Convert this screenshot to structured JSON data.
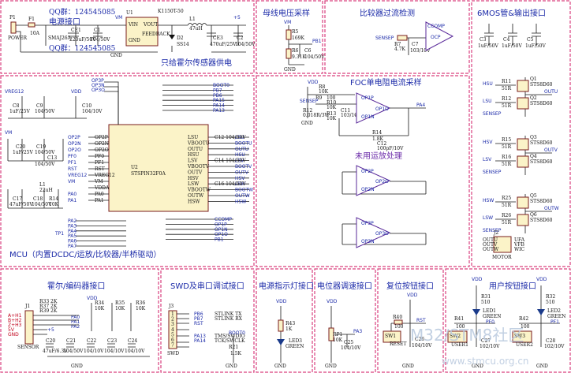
{
  "titles": {
    "power": "电源接口",
    "qq1": "QQ群：124545085",
    "qq2": "QQ群：124545085",
    "hall_power": "只给霍尔传感器供电",
    "bus_voltage": "母线电压采样",
    "comparator": "比较器过流检测",
    "mosfet": "6MOS管&输出接口",
    "foc": "FOC单电阻电流采样",
    "unused_opamp": "未用运放处理",
    "mcu": "MCU（内置DCDC/运放/比较器/半桥驱动）",
    "hall_encoder": "霍尔/编码器接口",
    "swd": "SWD及串口调试接口",
    "power_led": "电源指示灯接口",
    "pot": "电位器调速接口",
    "reset_btn": "复位按钮接口",
    "user_btn": "用户按钮接口"
  },
  "watermark": {
    "line1": "M32/STM8社区",
    "line2": "www.stmcu.org.cn"
  },
  "power_section": {
    "connector": "P1",
    "connector_name": "POWER",
    "fuse": "F1",
    "fuse_val": "10A",
    "tvs": "SMAJ26A",
    "ce1": "CE1",
    "ce1_val": "220uF/50V",
    "c1": "C1",
    "c1_val": "104/50V",
    "u1": "U1",
    "u1_part": "K1150T-50",
    "u1_pins": [
      "VIN",
      "VOUT",
      "GND",
      "FEEDBACK"
    ],
    "l1": "L1",
    "l1_val": "47uH",
    "d2": "D2",
    "d2_part": "SS14",
    "ce3": "CE3",
    "ce3_val": "470uF/25V",
    "c2": "C2",
    "c2_val": "104/50V",
    "vm": "VM",
    "plus5": "+5",
    "gnd": "GND"
  },
  "bus_voltage": {
    "vm": "VM",
    "r5": "R5",
    "r5_val": "169K",
    "r6": "R6",
    "r6_val": "9.31K",
    "c6": "C6",
    "c6_val": "104/50V",
    "net": "PB1",
    "gnd": "GND"
  },
  "comparator_section": {
    "net_in": "SENSEP",
    "r7": "R7",
    "r7_val": "4.7K",
    "c7": "C7",
    "c7_val": "103/10V",
    "out": "CCOMP",
    "pin": "OCP"
  },
  "mosfet_section": {
    "caps": [
      {
        "ref": "C3",
        "val": "1uF/50V"
      },
      {
        "ref": "C4",
        "val": "1uF/50V"
      },
      {
        "ref": "C5",
        "val": "1uF/50V"
      }
    ],
    "phases": [
      {
        "hi_net": "HSU",
        "lo_net": "LSU",
        "out": "OUTU",
        "q_hi": "Q1",
        "q_lo": "Q2",
        "r_hi": "R11",
        "r_lo": "R12",
        "part": "STS8D60",
        "res": "51R"
      },
      {
        "hi_net": "HSV",
        "lo_net": "LSV",
        "out": "OUTV",
        "q_hi": "Q3",
        "q_lo": "Q4",
        "r_hi": "R15",
        "r_lo": "R16",
        "part": "STS8D60",
        "res": "51R"
      },
      {
        "hi_net": "HSW",
        "lo_net": "LSW",
        "out": "OUTW",
        "q_hi": "Q5",
        "q_lo": "Q6",
        "r_hi": "R25",
        "r_lo": "R26",
        "part": "STS8D60",
        "res": "51R"
      }
    ],
    "sense": "SENSEP",
    "connector": "J2",
    "connector_name": "MOTOR",
    "conn_pins": [
      "UFA",
      "VFB",
      "WIC"
    ],
    "conn_nets": [
      "OUTU",
      "OUTV",
      "OUTW"
    ]
  },
  "foc_section": {
    "vdd": "VDD",
    "r8": "R8",
    "r8_val": "10K",
    "r9": "R9",
    "r9_val": "100",
    "r10": "R10",
    "r10_val": "10K",
    "r12": "R12",
    "r12_val": "0.018R/3W",
    "r13": "R13",
    "r13_val": "10K",
    "c11": "C11",
    "c11_val": "103/10V",
    "r14": "R14",
    "r14_val": "1.8K",
    "c12": "C12",
    "c12_val": "100pF/10V",
    "op_pins": [
      "OP1P",
      "OP1N",
      "OP1O"
    ],
    "out": "PA4",
    "sense": "SENSEP",
    "gnd": "GND",
    "unused": [
      [
        "OP2P",
        "OP2N",
        "OP2O"
      ],
      [
        "OP3P",
        "OP3N",
        "OP3O"
      ]
    ]
  },
  "mcu_section": {
    "ref": "U2",
    "part": "STSPIN32F0A",
    "vdd": "VDD",
    "vm": "VM",
    "top_nets": [
      "OP3P",
      "OP3N",
      "OP3O"
    ],
    "left_pins": [
      "OP2P",
      "OP2N",
      "OP2O",
      "PF0",
      "PF1",
      "RST",
      "VREG12",
      "VM",
      "VDDA",
      "PA0",
      "PA1"
    ],
    "left_nets": [
      "OP2P",
      "OP2N",
      "OP2O",
      "PF0",
      "PF1",
      "RST",
      "VREG12",
      "VM",
      "",
      "PA0",
      "PA1"
    ],
    "right_pins": [
      "LSU",
      "VBOOTU",
      "OUTU",
      "HSU",
      "LSV",
      "VBOOTV",
      "OUTV",
      "HSV",
      "LSW",
      "VBOOTW",
      "OUTW",
      "HSW"
    ],
    "right_nets": [
      "LSU",
      "BOOTU",
      "OUTU",
      "HSU",
      "LSV",
      "BOOTV",
      "OUTV",
      "HSV",
      "LSW",
      "BOOTW",
      "OUTW",
      "HSW"
    ],
    "right_caps": [
      "C12 104/50V",
      "",
      "",
      "",
      "C14 104/50V",
      "",
      "",
      "",
      "C16 104/50V",
      "",
      "",
      ""
    ],
    "top_right_nets": [
      "BOOT0",
      "PB7",
      "PB6",
      "PA15",
      "PA14",
      "PA13"
    ],
    "bottom_nets": [
      "CCOMP",
      "OP1P",
      "OP1N",
      "OP1O",
      "PB1"
    ],
    "bottom_left_nets": [
      "PA2",
      "PA3",
      "PA4",
      "PA5",
      "PA6",
      "PA7"
    ],
    "left_caps": [
      {
        "ref": "C8",
        "val": "1uF/25V"
      },
      {
        "ref": "C9",
        "val": "104/50V"
      },
      {
        "ref": "C10",
        "val": "104/10V"
      },
      {
        "ref": "C20",
        "val": "1uF/25V"
      },
      {
        "ref": "C19",
        "val": "104/50V"
      },
      {
        "ref": "C13",
        "val": "104/50V"
      },
      {
        "ref": "C17",
        "val": "47uF/50V"
      },
      {
        "ref": "C18",
        "val": "104/50V"
      },
      {
        "ref": "R14",
        "val": "10K"
      }
    ],
    "vreg": "VREG12",
    "tp1": "TP1",
    "gnd": "GND",
    "l1": "L1",
    "l1_val": "22uH"
  },
  "hall_section": {
    "connector": "J1",
    "connector_name": "SENSOR",
    "pins": [
      "A+H1",
      "B+H2",
      "Z+H3",
      "5V",
      "GND"
    ],
    "nets": [
      "PA0",
      "PA1",
      "PA2"
    ],
    "resistors": [
      {
        "ref": "R33",
        "val": "2K"
      },
      {
        "ref": "R37",
        "val": "2K"
      },
      {
        "ref": "R39",
        "val": "2K"
      }
    ],
    "pull": [
      {
        "ref": "R34",
        "val": "10K"
      },
      {
        "ref": "R35",
        "val": "10K"
      },
      {
        "ref": "R36",
        "val": "10K"
      }
    ],
    "caps": [
      {
        "ref": "C20",
        "val": "47uF/6.3V"
      },
      {
        "ref": "C21",
        "val": "104/50V"
      },
      {
        "ref": "C22",
        "val": "104/10V"
      },
      {
        "ref": "C23",
        "val": "104/10V"
      },
      {
        "ref": "C24",
        "val": "104/10V"
      }
    ],
    "vdd": "VDD",
    "plus5": "+5",
    "gnd": "GND"
  },
  "swd_section": {
    "connector": "J3",
    "connector_name": "SWD",
    "pins": [
      "1",
      "2",
      "3",
      "4",
      "5",
      "6",
      "7"
    ],
    "nets": [
      "PB6",
      "PB7",
      "RST",
      "PA13",
      "PA14"
    ],
    "labels": [
      "STLINK TX",
      "STLINK RX",
      "TMS/SWDIO",
      "TCK/SWCLK"
    ],
    "boot": "BOOT0",
    "r": "R21",
    "r_val": "1.5K",
    "gnd": "GND"
  },
  "power_led_section": {
    "vdd": "VDD",
    "r": "R43",
    "r_val": "1K",
    "led": "LED3",
    "led_color": "GREEN",
    "gnd": "GND"
  },
  "pot_section": {
    "vdd": "VDD",
    "pot": "RP1",
    "pot_val": "10K",
    "net": "PA3",
    "cap": "C25",
    "cap_val": "104/10V",
    "gnd": "GND"
  },
  "reset_section": {
    "vdd": "VDD",
    "r": "R40",
    "r_val": "100",
    "net": "RST",
    "sw": "SW1",
    "sw_name": "RESET",
    "cap": "C26",
    "cap_val": "104/10V",
    "gnd": "GND"
  },
  "user_btn_section": {
    "vdd": "VDD",
    "buttons": [
      {
        "r_pull": "R31",
        "r_pull_val": "510",
        "led": "LED1",
        "led_color": "GREEN",
        "r": "R41",
        "r_val": "100",
        "net": "PF0",
        "sw": "SW2",
        "sw_name": "USER1",
        "cap": "C27",
        "cap_val": "102/10V"
      },
      {
        "r_pull": "R32",
        "r_pull_val": "510",
        "led": "LED2",
        "led_color": "GREEN",
        "r": "R42",
        "r_val": "100",
        "net": "PF1",
        "sw": "SW3",
        "sw_name": "USER2",
        "cap": "C28",
        "cap_val": "102/10V"
      }
    ],
    "gnd": "GND"
  }
}
